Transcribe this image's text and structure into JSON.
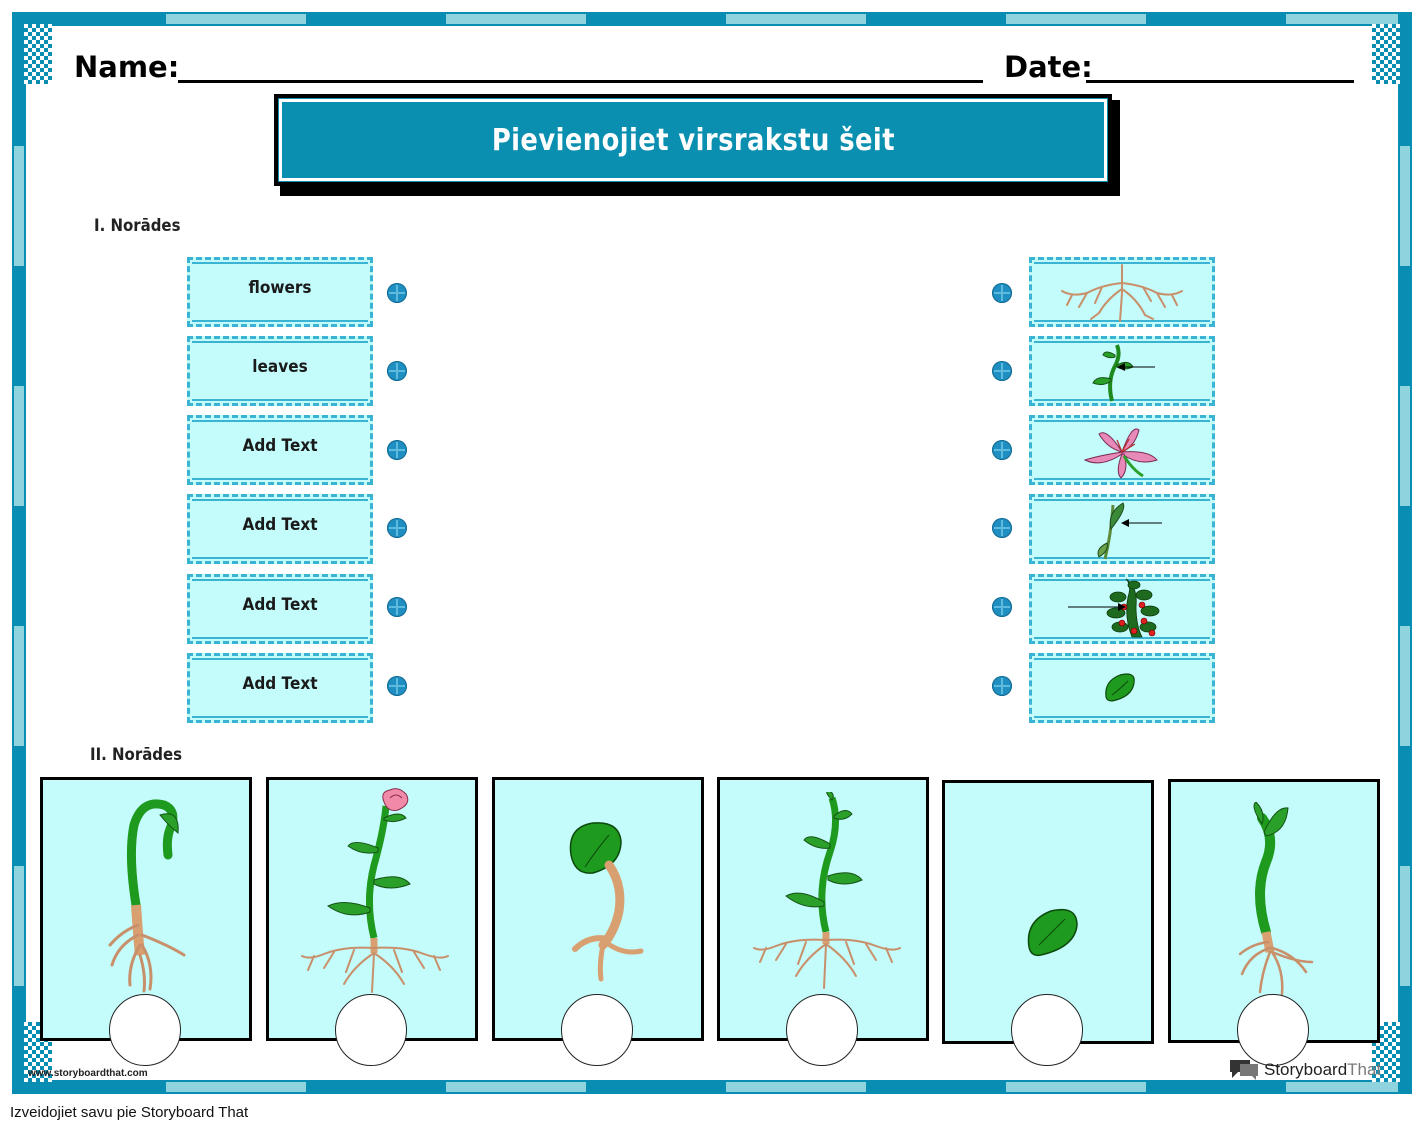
{
  "header": {
    "name_label": "Name:",
    "date_label": "Date:"
  },
  "title": "Pievienojiet virsrakstu šeit",
  "section1": {
    "label": "I. Norādes"
  },
  "left_cards": [
    {
      "text": "flowers"
    },
    {
      "text": "leaves"
    },
    {
      "text": "Add Text"
    },
    {
      "text": "Add Text"
    },
    {
      "text": "Add Text"
    },
    {
      "text": "Add Text"
    }
  ],
  "right_cards": [
    {
      "icon": "roots-icon"
    },
    {
      "icon": "stem-with-leaves-arrow-icon"
    },
    {
      "icon": "pink-lily-flower-icon"
    },
    {
      "icon": "leaf-on-stem-arrow-icon"
    },
    {
      "icon": "tomato-plant-arrow-icon"
    },
    {
      "icon": "seed-icon"
    }
  ],
  "section2": {
    "label": "II. Norādes"
  },
  "panels": [
    {
      "icon": "sprout-curled-with-roots-icon"
    },
    {
      "icon": "flowering-plant-with-roots-icon"
    },
    {
      "icon": "germinating-seed-icon"
    },
    {
      "icon": "young-plant-with-roots-icon"
    },
    {
      "icon": "seed-icon"
    },
    {
      "icon": "seedling-with-roots-icon"
    }
  ],
  "footer": {
    "url": "www.storyboardthat.com",
    "brand_main": "Storyboard",
    "brand_light": "That",
    "caption": "Izveidojiet savu pie Storyboard That"
  },
  "colors": {
    "accent": "#0a8fb0",
    "card_bg": "#c4fbfb",
    "border_light": "#8fd3de",
    "leaf_green": "#1e8a1e",
    "root_tan": "#d8a070"
  }
}
